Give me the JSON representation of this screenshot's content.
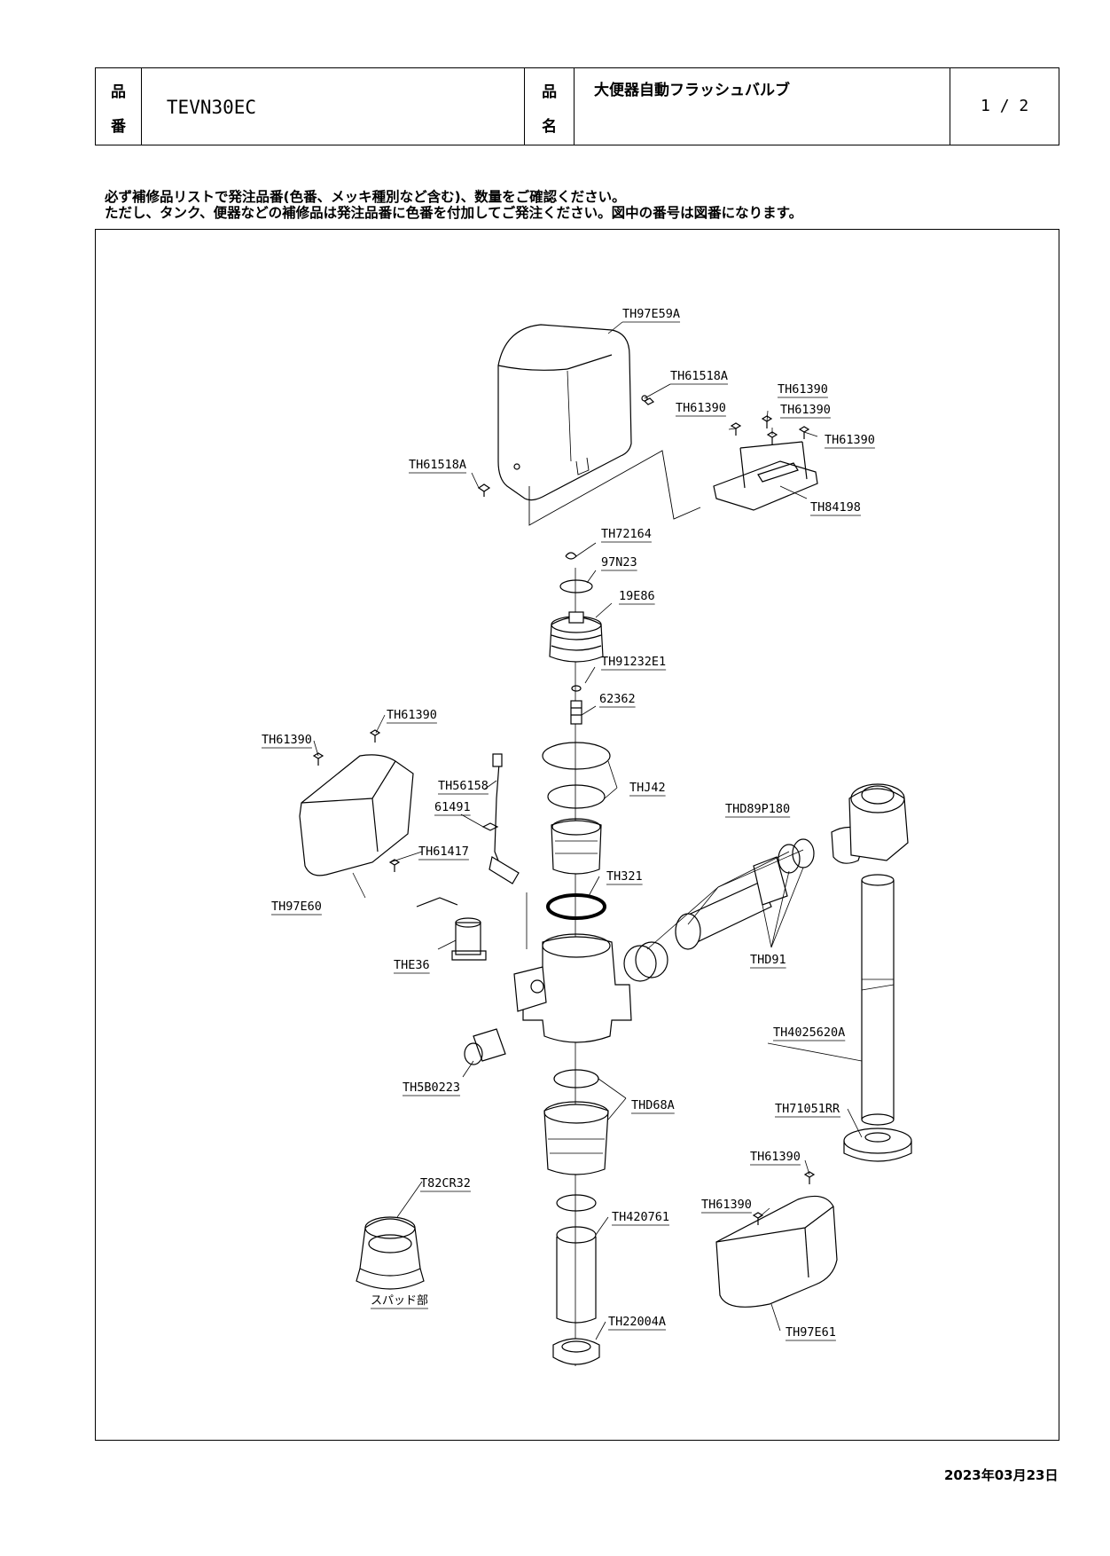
{
  "header": {
    "part_no_label_1": "品",
    "part_no_label_2": "番",
    "part_no": "TEVN30EC",
    "part_name_label_1": "品",
    "part_name_label_2": "名",
    "part_name": "大便器自動フラッシュバルブ",
    "page": "1 / 2"
  },
  "notes": {
    "line1": "必ず補修品リストで発注品番(色番、メッキ種別など含む)、数量をご確認ください。",
    "line2": "ただし、タンク、便器などの補修品は発注品番に色番を付加してご発注ください。図中の番号は図番になります。"
  },
  "diagram": {
    "labels": {
      "cover_top": "TH97E59A",
      "screw_a_right": "TH61518A",
      "screw_a_left": "TH61518A",
      "screw_1": "TH61390",
      "screw_2": "TH61390",
      "screw_3": "TH61390",
      "screw_4": "TH61390",
      "bracket": "TH84198",
      "clip": "TH72164",
      "ring": "97N23",
      "cap": "19E86",
      "oring_small": "TH91232E1",
      "pin": "62362",
      "packing": "THJ42",
      "piston": "TH321",
      "side_screw_top": "TH61390",
      "side_screw_left": "TH61390",
      "harness": "TH56158",
      "harness_screw": "61491",
      "side_screw_low": "TH61417",
      "side_cover": "TH97E60",
      "solenoid": "THE36",
      "union": "THD89P180",
      "union_nut": "THD91",
      "stop_valve": "TH5B0223",
      "pipe": "TH4025620A",
      "flange": "TH71051RR",
      "body_lower": "THD68A",
      "spud": "T82CR32",
      "spud_caption": "スパッド部",
      "gasket": "TH420761",
      "nut": "TH22004A",
      "lower_screw_1": "TH61390",
      "lower_screw_2": "TH61390",
      "lower_cover": "TH97E61"
    }
  },
  "footer": {
    "date": "2023年03月23日"
  }
}
